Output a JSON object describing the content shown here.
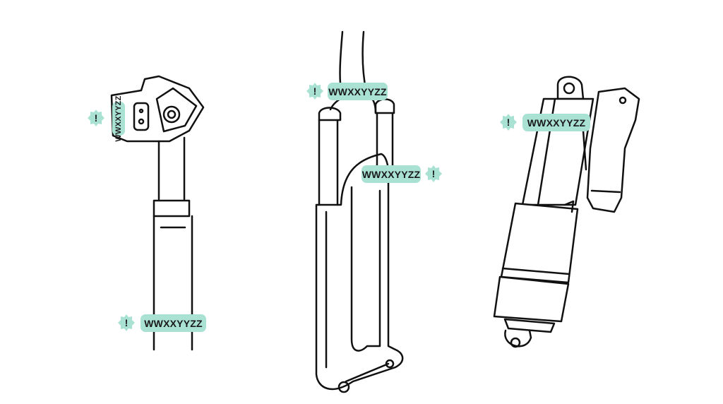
{
  "colors": {
    "label_bg": "#a9e2d3",
    "line": "#111111"
  },
  "components": [
    {
      "name": "dropper-seatpost",
      "labels": [
        {
          "text": "WWXXYYZZ",
          "badge": "!"
        },
        {
          "text": "WWXXYYZZ",
          "badge": "!"
        }
      ]
    },
    {
      "name": "suspension-fork",
      "labels": [
        {
          "text": "WWXXYYZZ",
          "badge": "!"
        },
        {
          "text": "WWXXYYZZ",
          "badge": "!"
        }
      ]
    },
    {
      "name": "rear-shock",
      "labels": [
        {
          "text": "WWXXYYZZ",
          "badge": "!"
        }
      ]
    }
  ]
}
